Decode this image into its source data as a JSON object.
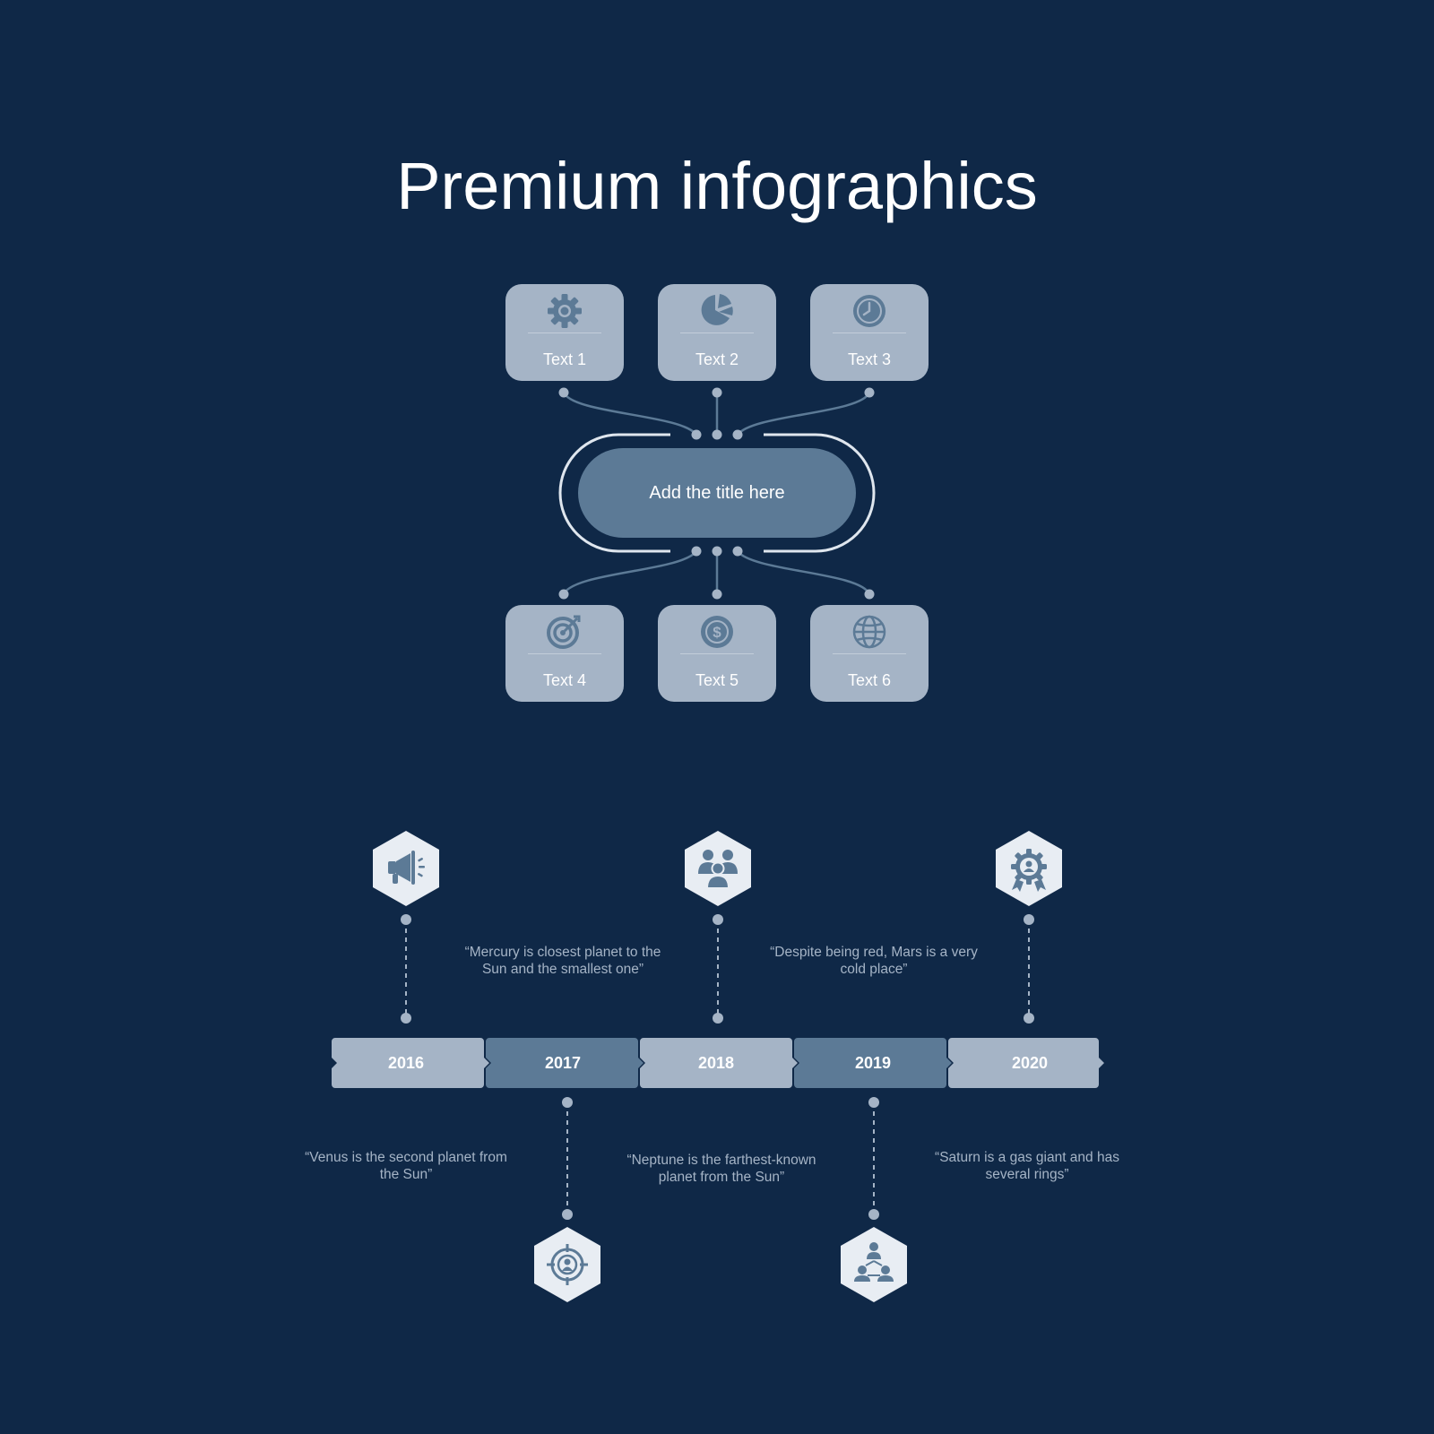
{
  "header": {
    "title": "Premium infographics"
  },
  "hub": {
    "title": "Add the title here",
    "cards": [
      {
        "label": "Text 1",
        "icon": "gear-icon"
      },
      {
        "label": "Text 2",
        "icon": "pie-chart-icon"
      },
      {
        "label": "Text 3",
        "icon": "clock-icon"
      },
      {
        "label": "Text 4",
        "icon": "target-icon"
      },
      {
        "label": "Text 5",
        "icon": "dollar-coin-icon"
      },
      {
        "label": "Text 6",
        "icon": "globe-icon"
      }
    ]
  },
  "timeline": {
    "years": [
      "2016",
      "2017",
      "2018",
      "2019",
      "2020"
    ],
    "quotes": [
      "“Venus is the second planet from the Sun”",
      "“Mercury is closest planet to the Sun and the smallest one”",
      "“Neptune is the farthest-known planet from the Sun”",
      "“Despite being red, Mars is a very cold place”",
      "“Saturn is a gas giant and has several rings”"
    ],
    "icons": [
      "megaphone-icon",
      "person-target-icon",
      "team-icon",
      "organization-icon",
      "award-badge-icon"
    ]
  },
  "colors": {
    "background": "#0f2847",
    "card": "#a5b4c6",
    "accent_dark": "#5c7a96",
    "hex_fill": "#e8edf3"
  }
}
